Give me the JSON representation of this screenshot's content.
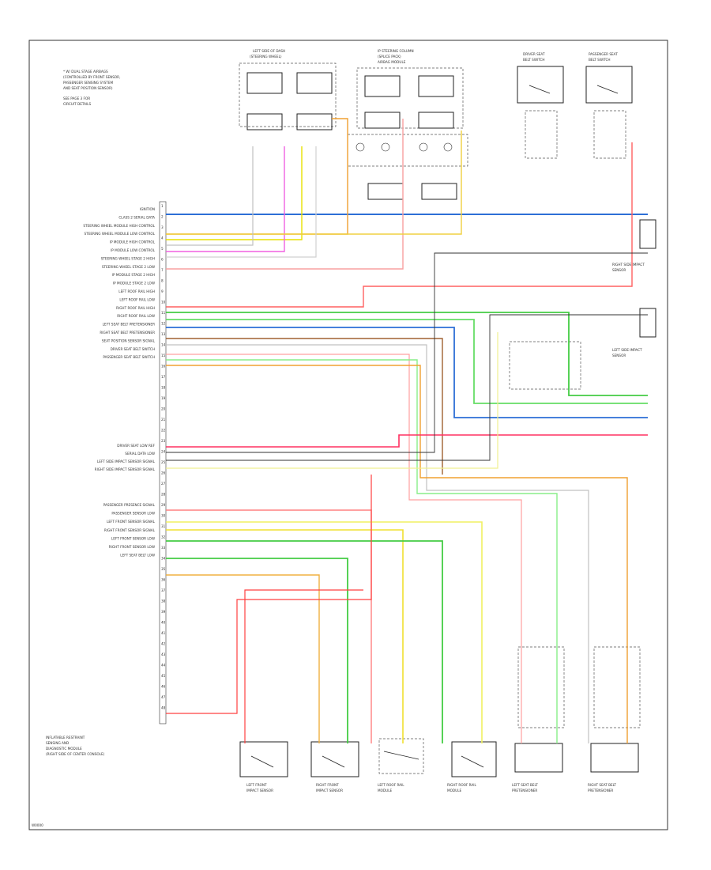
{
  "diagram": {
    "type": "wiring-schematic",
    "footer_code": "W0000",
    "module_block": {
      "label_lines": [
        "INFLATABLE RESTRAINT",
        "SENSING AND",
        "DIAGNOSTIC MODULE",
        "(RIGHT SIDE OF CENTER CONSOLE)"
      ],
      "pin_count": 48
    },
    "top_note_lines": [
      "* W/ DUAL STAGE AIRBAGS",
      "  (CONTROLLED BY FRONT SENSOR,",
      "  PASSENGER SENSING SYSTEM",
      "  AND SEAT POSITION SENSOR)",
      "  SEE PAGE 3 FOR",
      "  CIRCUIT DETAILS"
    ],
    "components": [
      {
        "id": "steering-wheel",
        "title": [
          "LEFT SIDE OF DASH",
          "(STEERING WHEEL)"
        ]
      },
      {
        "id": "instrument-panel",
        "title": [
          "IP STEERING COLUMN",
          "(SPLICE PACK)",
          "AIRBAG MODULE"
        ]
      },
      {
        "id": "driver-seat-belt",
        "title": [
          "DRIVER SEAT",
          "BELT SWITCH"
        ]
      },
      {
        "id": "pass-seat-belt",
        "title": [
          "PASSENGER SEAT",
          "BELT SWITCH"
        ]
      },
      {
        "id": "right-impact-sensor",
        "title": [
          "RIGHT SIDE IMPACT",
          "SENSOR"
        ]
      },
      {
        "id": "left-impact-sensor",
        "title": [
          "LEFT SIDE IMPACT",
          "SENSOR"
        ]
      },
      {
        "id": "front-sensor-left",
        "title": [
          "LEFT FRONT",
          "IMPACT SENSOR"
        ]
      },
      {
        "id": "front-sensor-right",
        "title": [
          "RIGHT FRONT",
          "IMPACT SENSOR"
        ]
      },
      {
        "id": "left-roof-rail",
        "title": [
          "LEFT ROOF RAIL",
          "MODULE"
        ]
      },
      {
        "id": "right-roof-rail",
        "title": [
          "RIGHT ROOF RAIL",
          "MODULE"
        ]
      },
      {
        "id": "left-seat-pretensioner",
        "title": [
          "LEFT SEAT BELT",
          "PRETENSIONER"
        ]
      },
      {
        "id": "right-seat-pretensioner",
        "title": [
          "RIGHT SEAT BELT",
          "PRETENSIONER"
        ]
      }
    ],
    "left_pin_labels": [
      "IGNITION",
      "CLASS 2 SERIAL DATA",
      "STEERING WHEEL MODULE HIGH CONTROL",
      "STEERING WHEEL MODULE LOW CONTROL",
      "IP MODULE HIGH CONTROL",
      "IP MODULE LOW CONTROL",
      "STEERING WHEEL STAGE 2 HIGH",
      "STEERING WHEEL STAGE 2 LOW",
      "IP MODULE STAGE 2 HIGH",
      "IP MODULE STAGE 2 LOW",
      "LEFT ROOF RAIL HIGH",
      "LEFT ROOF RAIL LOW",
      "RIGHT ROOF RAIL HIGH",
      "RIGHT ROOF RAIL LOW",
      "LEFT SEAT BELT PRETENSIONER",
      "RIGHT SEAT BELT PRETENSIONER",
      "SEAT POSITION SENSOR SIGNAL",
      "DRIVER SEAT BELT SWITCH",
      "PASSENGER SEAT BELT SWITCH",
      "DRIVER SEAT LOW REF",
      "SERIAL DATA LOW",
      "LEFT SIDE IMPACT SENSOR SIGNAL",
      "RIGHT SIDE IMPACT SENSOR SIGNAL",
      "PASSENGER PRESENCE SIGNAL",
      "PASSENGER SENSOR LOW",
      "LEFT FRONT SENSOR SIGNAL",
      "RIGHT FRONT SENSOR SIGNAL",
      "LEFT FRONT SENSOR LOW",
      "RIGHT FRONT SENSOR LOW",
      "LEFT SEAT BELT LOW"
    ]
  }
}
